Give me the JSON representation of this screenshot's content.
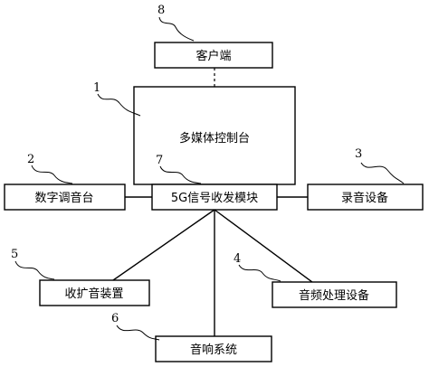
{
  "diagram": {
    "nodes": {
      "client": {
        "ref": "8",
        "label": "客户端"
      },
      "console": {
        "ref": "1",
        "label": "多媒体控制台"
      },
      "mixer": {
        "ref": "2",
        "label": "数字调音台"
      },
      "recorder": {
        "ref": "3",
        "label": "录音设备"
      },
      "transceiver": {
        "ref": "7",
        "label": "5G信号收发模块"
      },
      "amplifier": {
        "ref": "5",
        "label": "收扩音装置"
      },
      "processor": {
        "ref": "4",
        "label": "音频处理设备"
      },
      "sound_system": {
        "ref": "6",
        "label": "音响系统"
      }
    },
    "links": [
      {
        "from": "client",
        "to": "console",
        "style": "dashed"
      },
      {
        "from": "transceiver",
        "to": "mixer",
        "style": "solid"
      },
      {
        "from": "transceiver",
        "to": "recorder",
        "style": "solid"
      },
      {
        "from": "transceiver",
        "to": "amplifier",
        "style": "solid"
      },
      {
        "from": "transceiver",
        "to": "processor",
        "style": "solid"
      },
      {
        "from": "transceiver",
        "to": "sound_system",
        "style": "solid"
      }
    ]
  }
}
